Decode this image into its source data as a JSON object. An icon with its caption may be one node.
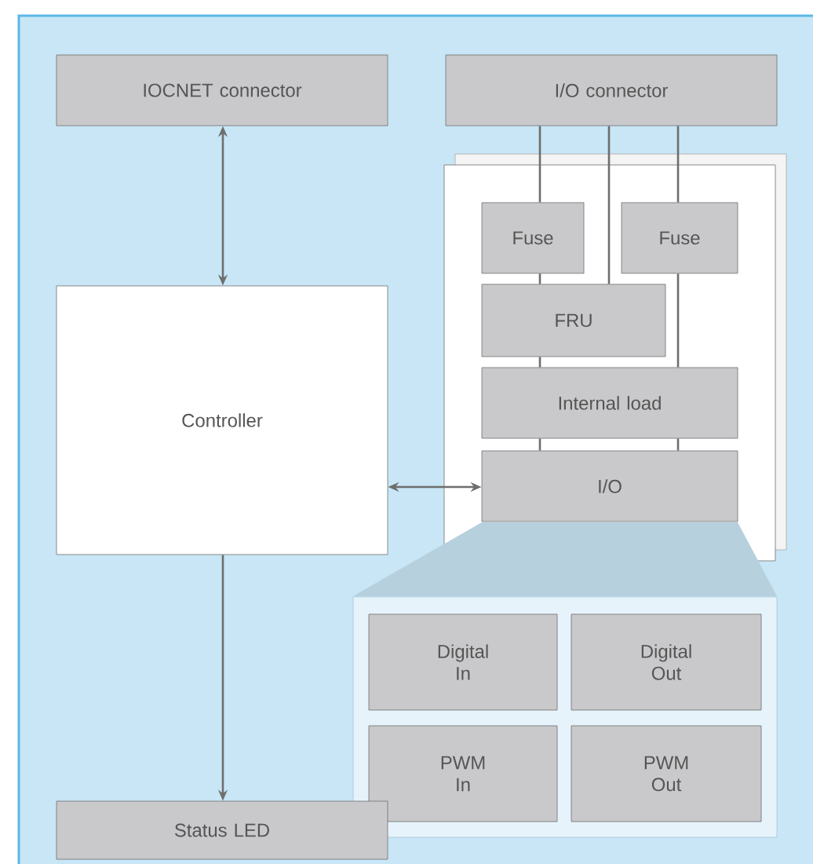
{
  "diagram": {
    "nodes": [
      {
        "text": [
          "IOCNET connector"
        ]
      },
      {
        "text": [
          "I/O connector"
        ]
      },
      {
        "text": [
          "Controller"
        ]
      },
      {
        "text": [],
        "shape": "box"
      },
      {
        "text": [
          "Fuse"
        ],
        "in": 3
      },
      {
        "text": [
          "Fuse"
        ],
        "in": 3
      },
      {
        "text": [
          "FRU"
        ],
        "in": 3
      },
      {
        "text": [
          "Internal load"
        ],
        "in": 3
      },
      {
        "text": [
          "I/O"
        ],
        "in": 3
      },
      {
        "text": [],
        "shape": "box"
      },
      {
        "text": [
          "Digital In"
        ],
        "in": 9
      },
      {
        "text": [
          "Digital Out"
        ],
        "in": 9
      },
      {
        "text": [
          "PWM In"
        ],
        "in": 9
      },
      {
        "text": [
          "PWM Out"
        ],
        "in": 9
      },
      {
        "text": [
          "Status LED"
        ]
      }
    ],
    "edges": [
      {
        "from": 0,
        "to": 2,
        "arrow": "both"
      },
      {
        "from": 2,
        "to": 8,
        "arrow": "both"
      },
      {
        "from": 2,
        "to": 14,
        "arrow": "to"
      },
      {
        "from": 1,
        "to": 4,
        "arrow": "none"
      },
      {
        "from": 1,
        "to": 6,
        "arrow": "none"
      },
      {
        "from": 1,
        "to": 5,
        "arrow": "none"
      },
      {
        "from": 4,
        "to": 6,
        "arrow": "none"
      },
      {
        "from": 6,
        "to": 7,
        "arrow": "none"
      },
      {
        "from": 5,
        "to": 7,
        "arrow": "none"
      },
      {
        "from": 7,
        "to": 8,
        "arrow": "none"
      },
      {
        "from": 7,
        "to": 8,
        "arrow": "none"
      }
    ]
  }
}
